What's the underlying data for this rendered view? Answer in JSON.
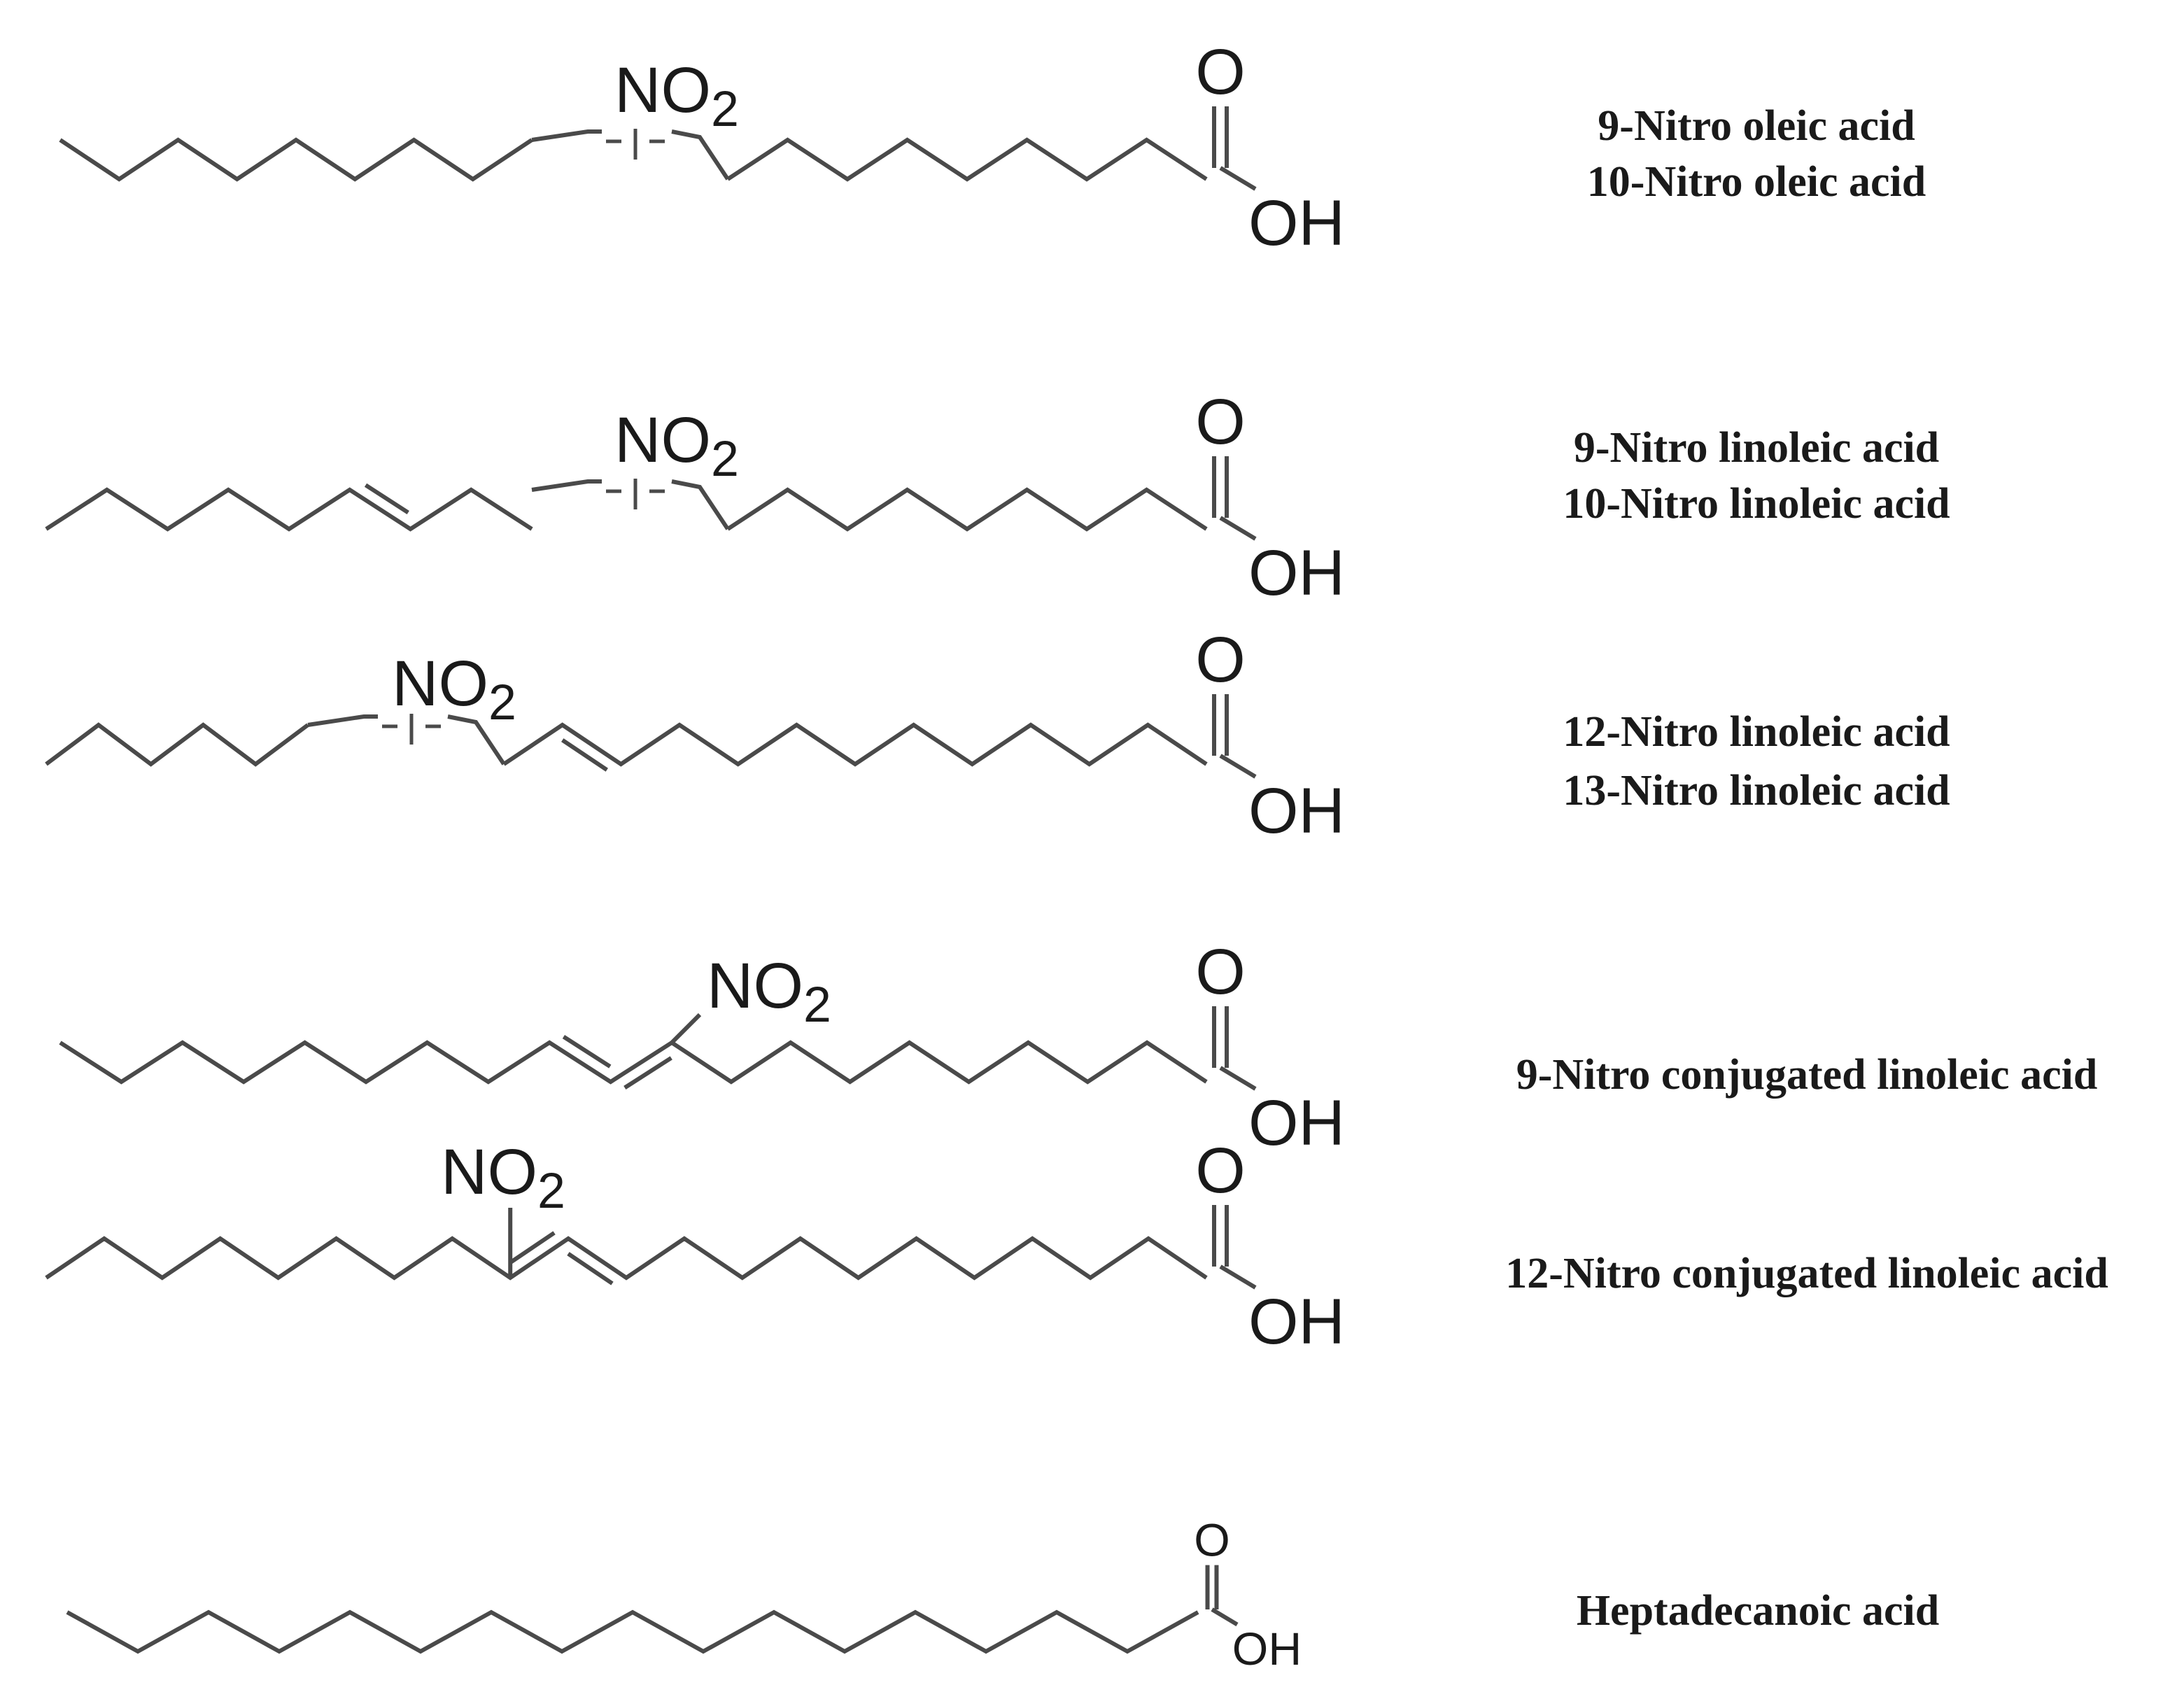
{
  "group_labels": {
    "nitro_group": "NO",
    "nitro_subscript": "2",
    "carbonyl_oxygen": "O",
    "hydroxyl": "OH"
  },
  "compounds": [
    {
      "names": [
        "9-Nitro oleic acid",
        "10-Nitro oleic acid"
      ]
    },
    {
      "names": [
        "9-Nitro linoleic acid",
        "10-Nitro linoleic acid"
      ]
    },
    {
      "names": [
        "12-Nitro linoleic acid",
        "13-Nitro linoleic acid"
      ]
    },
    {
      "names": [
        "9-Nitro conjugated linoleic acid"
      ]
    },
    {
      "names": [
        "12-Nitro conjugated linoleic acid"
      ]
    },
    {
      "names": [
        "Heptadecanoic acid"
      ]
    }
  ],
  "colors": {
    "bond": "#4a4a4a",
    "text": "#1a1a1a",
    "background": "#ffffff"
  }
}
